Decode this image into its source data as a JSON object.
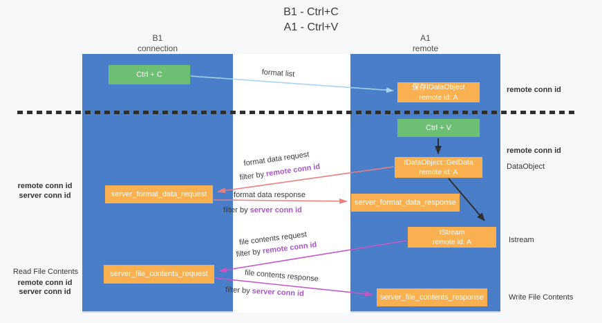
{
  "title": {
    "line1": "B1 - Ctrl+C",
    "line2": "A1 - Ctrl+V"
  },
  "lanes": {
    "b1": {
      "name": "B1",
      "subtitle": "connection"
    },
    "a1": {
      "name": "A1",
      "subtitle": "remote"
    }
  },
  "nodes": {
    "ctrl_c": {
      "label": "Ctrl + C"
    },
    "ctrl_v": {
      "label": "Ctrl + V"
    },
    "save_idataobject": {
      "line1": "保存IDataObject",
      "line2": "remote id: A"
    },
    "getdata": {
      "line1": "IDataObject::GetData",
      "line2": "remote id: A"
    },
    "istream": {
      "line1": "IStream",
      "line2": "remote id: A"
    },
    "format_request": {
      "label": "server_format_data_request"
    },
    "format_response": {
      "label": "server_format_data_response"
    },
    "file_request": {
      "label": "server_file_contents_request"
    },
    "file_response": {
      "label": "server_file_contents_response"
    }
  },
  "edge_labels": {
    "format_list": "format list",
    "format_data_request": "format data request",
    "format_data_response": "format data response",
    "file_contents_request": "file contents request",
    "file_contents_response": "file contents response",
    "filter_by": "filter by ",
    "remote_conn_id": "remote conn id",
    "server_conn_id": "server conn id"
  },
  "side_labels": {
    "remote_conn_id": "remote conn id",
    "server_conn_id": "server conn id",
    "dataobject": "DataObject",
    "istream": "Istream",
    "read_file_contents": "Read File Contents",
    "write_file_contents": "Write File Contents"
  },
  "colors": {
    "lane_blue": "#4A7EC8",
    "box_green": "#6CBF73",
    "box_orange": "#F9B050",
    "accent_purple": "#A855C8",
    "accent_green": "#56B456",
    "arrow_salmon": "#F07D7D",
    "arrow_magenta": "#C757C9",
    "arrow_lightblue": "#A8D4F2",
    "arrow_black": "#2E2E2E"
  }
}
